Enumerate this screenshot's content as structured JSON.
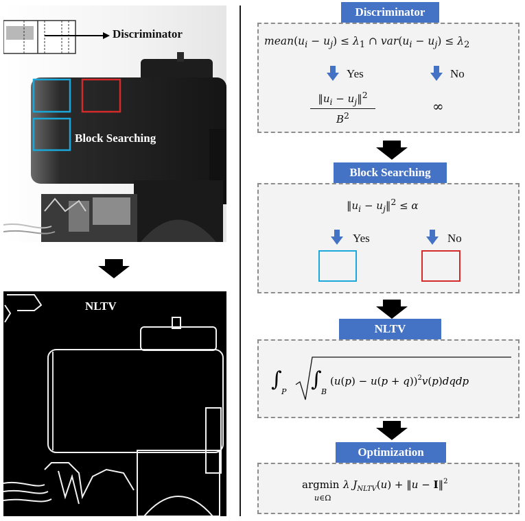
{
  "left": {
    "discriminator_label": "Discriminator",
    "block_searching_label": "Block Searching",
    "nltv_label": "NLTV"
  },
  "right": {
    "discriminator": {
      "title": "Discriminator",
      "condition": "mean(u_i − u_j) ≤ λ_1 ∩ var(u_i − u_j) ≤ λ_2",
      "yes_label": "Yes",
      "no_label": "No",
      "yes_value": "‖u_i − u_j‖² / B²",
      "no_value": "∞"
    },
    "block_searching": {
      "title": "Block Searching",
      "condition": "‖u_i − u_j‖² ≤ α",
      "yes_label": "Yes",
      "no_label": "No"
    },
    "nltv": {
      "title": "NLTV",
      "formula": "∫_P √( ∫_B (u(p) − u(p + q))² v(p) dq dp )"
    },
    "optimization": {
      "title": "Optimization",
      "formula": "argmin_{u∈Ω} λ J_NLTV(u) + ‖u − I‖²"
    }
  },
  "colors": {
    "banner": "#4472c4",
    "box_fill": "#f3f3f3",
    "box_border": "#8c8c8c",
    "cyan_block": "#1aa7d9",
    "red_block": "#d42a2a",
    "blue_arrow": "#4472c4",
    "black_arrow": "#000000"
  }
}
